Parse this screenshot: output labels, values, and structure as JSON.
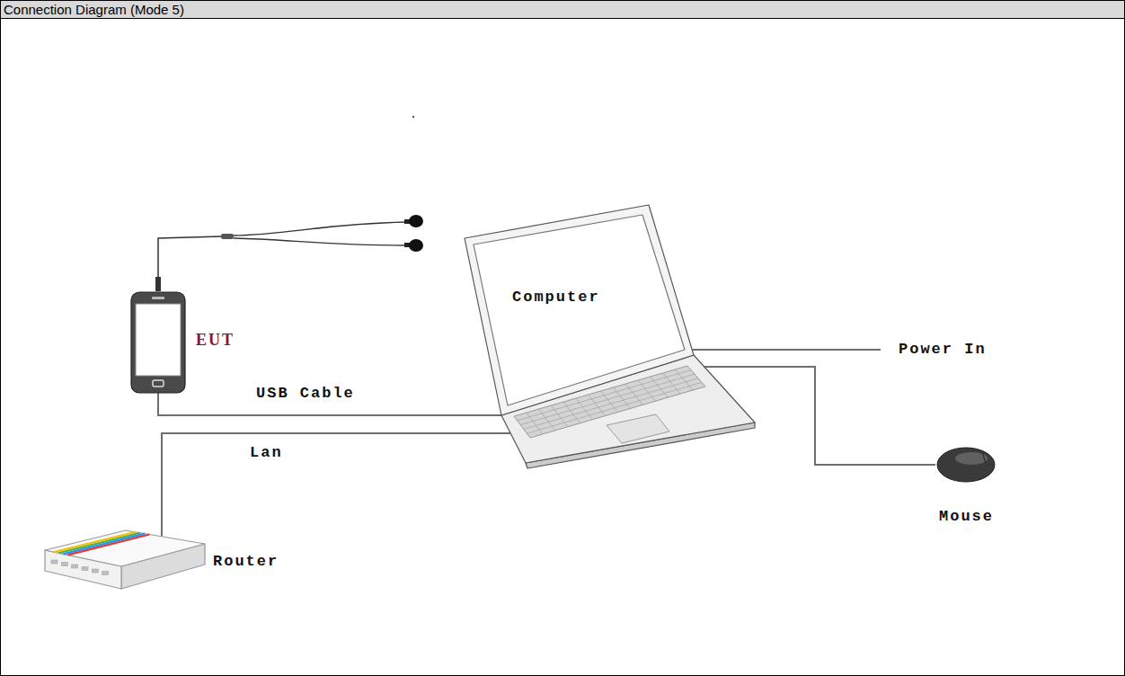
{
  "diagram": {
    "title": "Connection Diagram (Mode 5)",
    "nodes": [
      {
        "text": [
          "EUT"
        ]
      },
      {
        "text": [
          "Computer"
        ]
      },
      {
        "text": [
          "Power In"
        ]
      },
      {
        "text": [
          "Mouse"
        ]
      },
      {
        "text": [
          "Router"
        ]
      }
    ],
    "edges": [
      {
        "from": 0,
        "to": 1,
        "label": "USB Cable",
        "arrow": "none"
      },
      {
        "from": 4,
        "to": 1,
        "label": "Lan",
        "arrow": "none"
      },
      {
        "from": 1,
        "to": 2,
        "arrow": "none"
      },
      {
        "from": 1,
        "to": 3,
        "arrow": "none"
      }
    ]
  }
}
